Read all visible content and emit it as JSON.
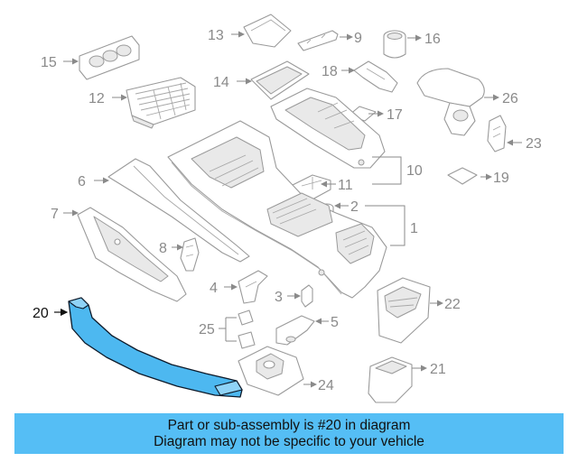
{
  "diagram": {
    "highlighted_part": "20",
    "highlight_color": "#4db8f0",
    "callouts": [
      "1",
      "2",
      "3",
      "4",
      "5",
      "6",
      "7",
      "8",
      "9",
      "10",
      "11",
      "12",
      "13",
      "14",
      "15",
      "16",
      "17",
      "18",
      "19",
      "20",
      "21",
      "22",
      "23",
      "24",
      "25",
      "26"
    ]
  },
  "banner": {
    "line1": "Part or sub-assembly is #20 in diagram",
    "line2": "Diagram may not be specific to your vehicle",
    "background": "#55bef5"
  }
}
